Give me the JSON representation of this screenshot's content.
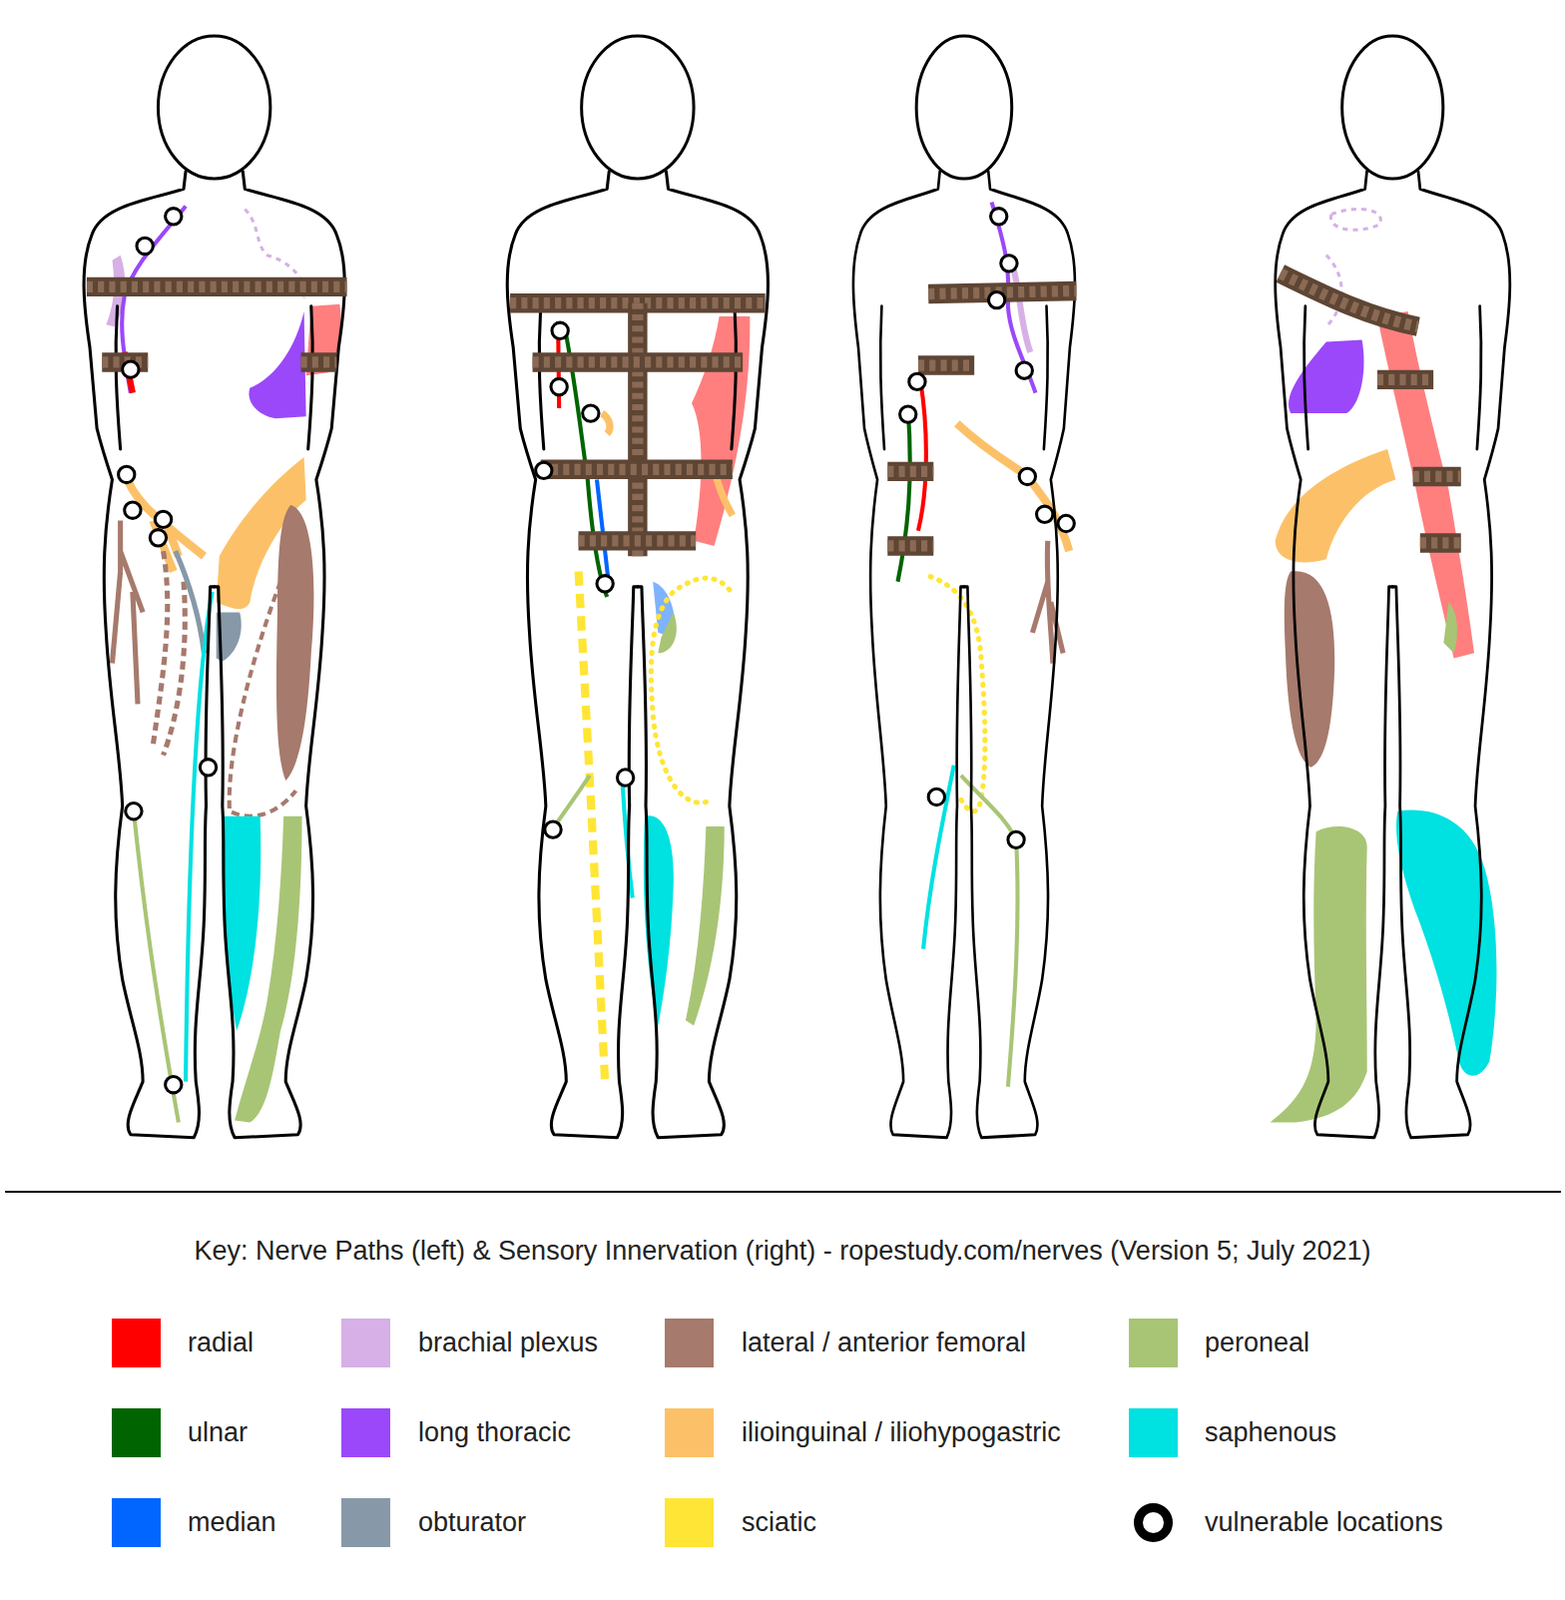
{
  "diagram": {
    "caption": "Key: Nerve Paths (left) & Sensory Innervation (right) - ropestudy.com/nerves (Version 5; July 2021)",
    "legend": [
      {
        "text": "radial",
        "color": "#ff0000"
      },
      {
        "text": "brachial plexus",
        "color": "#d6b0e6"
      },
      {
        "text": "lateral / anterior femoral",
        "color": "#a67a6c"
      },
      {
        "text": "peroneal",
        "color": "#a8c575"
      },
      {
        "text": "ulnar",
        "color": "#006400"
      },
      {
        "text": "long thoracic",
        "color": "#9b48fa"
      },
      {
        "text": "ilioinguinal / iliohypogastric",
        "color": "#fcc168"
      },
      {
        "text": "saphenous",
        "color": "#00e1e1"
      },
      {
        "text": "median",
        "color": "#0066ff"
      },
      {
        "text": "obturator",
        "color": "#8799a8"
      },
      {
        "text": "sciatic",
        "color": "#ffe535"
      },
      {
        "text": "vulnerable locations"
      }
    ]
  }
}
